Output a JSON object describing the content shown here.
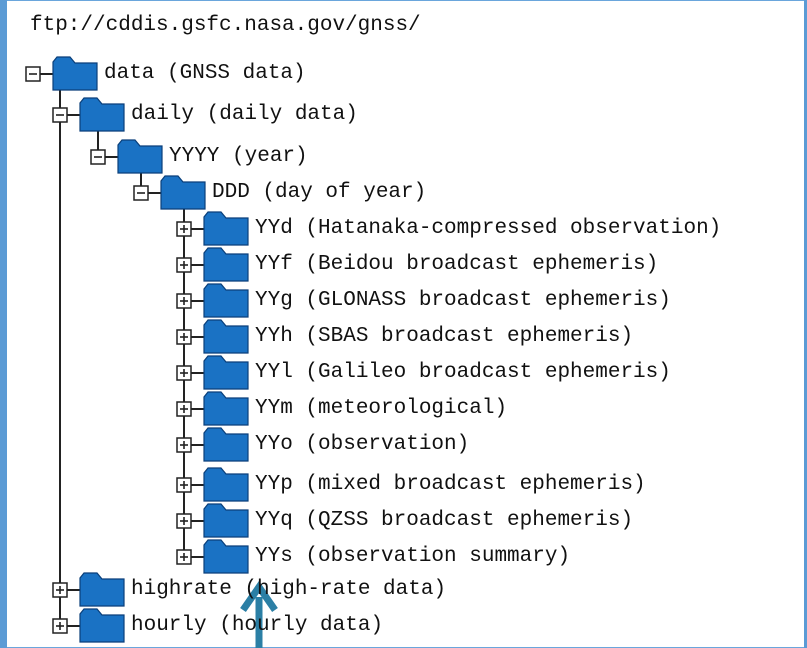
{
  "root_path": "ftp://cddis.gsfc.nasa.gov/gnss/",
  "colors": {
    "folder_fill": "#1a72c4",
    "folder_stroke": "#0a3f7a",
    "line": "#222222",
    "arrow": "#2b7fa5",
    "frame": "#5b9bd5"
  },
  "tree": [
    {
      "id": "data",
      "label": "data (GNSS data)",
      "toggle": "minus"
    },
    {
      "id": "daily",
      "label": "daily (daily data)",
      "toggle": "minus"
    },
    {
      "id": "yyyy",
      "label": "YYYY (year)",
      "toggle": "minus"
    },
    {
      "id": "ddd",
      "label": "DDD (day of year)",
      "toggle": "minus"
    },
    {
      "id": "yyd",
      "label": "YYd (Hatanaka-compressed observation)",
      "toggle": "plus"
    },
    {
      "id": "yyf",
      "label": "YYf (Beidou broadcast ephemeris)",
      "toggle": "plus"
    },
    {
      "id": "yyg",
      "label": "YYg (GLONASS broadcast ephemeris)",
      "toggle": "plus"
    },
    {
      "id": "yyh",
      "label": "YYh (SBAS broadcast ephemeris)",
      "toggle": "plus"
    },
    {
      "id": "yyl",
      "label": "YYl (Galileo broadcast ephemeris)",
      "toggle": "plus"
    },
    {
      "id": "yym",
      "label": "YYm (meteorological)",
      "toggle": "plus"
    },
    {
      "id": "yyo",
      "label": "YYo (observation)",
      "toggle": "plus"
    },
    {
      "id": "yyp",
      "label": "YYp (mixed broadcast ephemeris)",
      "toggle": "plus"
    },
    {
      "id": "yyq",
      "label": "YYq (QZSS broadcast ephemeris)",
      "toggle": "plus"
    },
    {
      "id": "yys",
      "label": "YYs (observation summary)",
      "toggle": "plus"
    },
    {
      "id": "highrate",
      "label": "highrate (high-rate data)",
      "toggle": "plus"
    },
    {
      "id": "hourly",
      "label": "hourly (hourly data)",
      "toggle": "plus"
    }
  ]
}
